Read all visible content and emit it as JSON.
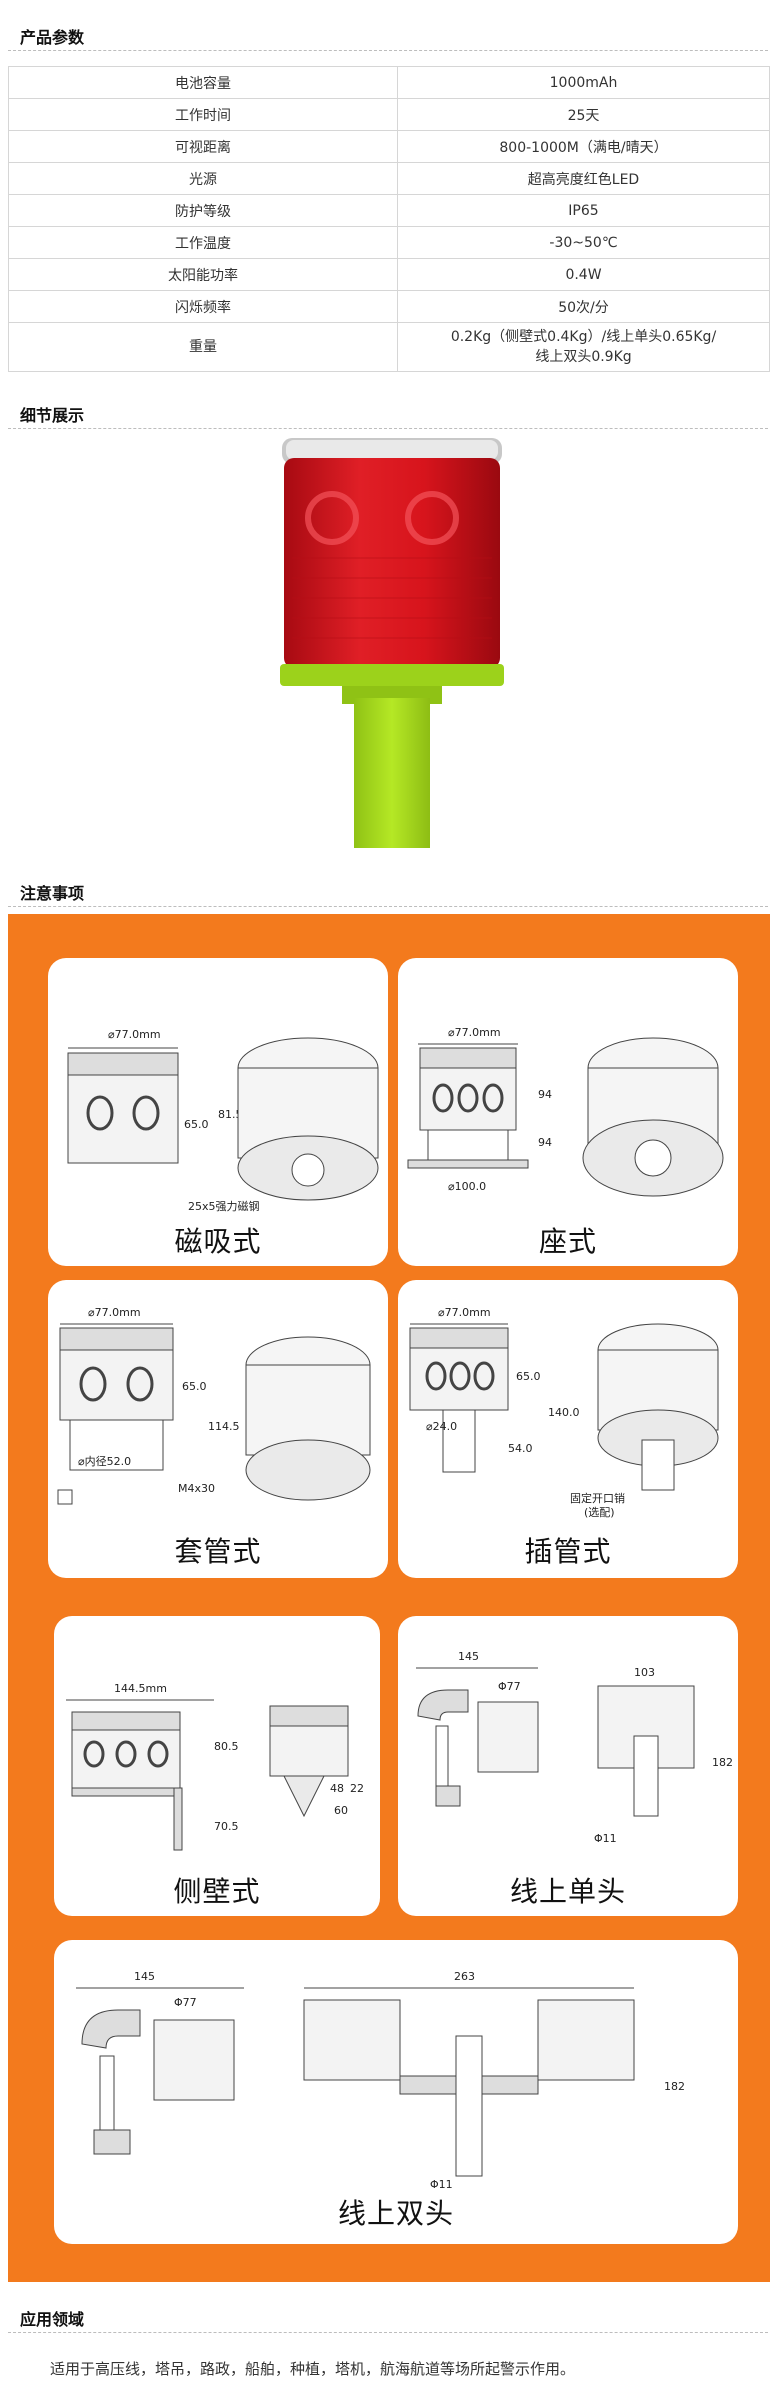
{
  "sections": {
    "params_title": "产品参数",
    "detail_title": "细节展示",
    "notes_title": "注意事项",
    "application_title": "应用领域"
  },
  "specs": [
    {
      "key": "电池容量",
      "value": "1000mAh"
    },
    {
      "key": "工作时间",
      "value": "25天"
    },
    {
      "key": "可视距离",
      "value": "800-1000M（满电/晴天）"
    },
    {
      "key": "光源",
      "value": "超高亮度红色LED"
    },
    {
      "key": "防护等级",
      "value": "IP65"
    },
    {
      "key": "工作温度",
      "value": "-30~50℃"
    },
    {
      "key": "太阳能功率",
      "value": "0.4W"
    },
    {
      "key": "闪烁频率",
      "value": "50次/分"
    },
    {
      "key": "重量",
      "value_line1": "0.2Kg（侧壁式0.4Kg）/线上单头0.65Kg/",
      "value_line2": "线上双头0.9Kg"
    }
  ],
  "mounts": {
    "magnetic": {
      "label": "磁吸式",
      "d": "⌀77.0mm",
      "h1": "65.0",
      "h2": "81.5",
      "note": "25x5强力磁钢"
    },
    "base": {
      "label": "座式",
      "d": "⌀77.0mm",
      "h1": "94",
      "h2": "94",
      "b": "⌀100.0"
    },
    "sleeve": {
      "label": "套管式",
      "d": "⌀77.0mm",
      "h1": "65.0",
      "h2": "114.5",
      "inner": "⌀内径52.0",
      "screw": "M4x30"
    },
    "insert": {
      "label": "插管式",
      "d": "⌀77.0mm",
      "h1": "65.0",
      "h2": "140.0",
      "h3": "54.0",
      "pin": "⌀24.0",
      "note1": "固定开口销",
      "note2": "(选配)"
    },
    "side": {
      "label": "侧壁式",
      "w": "144.5mm",
      "h1": "80.5",
      "h2": "70.5",
      "a": "22",
      "b": "60",
      "c": "48"
    },
    "single": {
      "label": "线上单头",
      "w": "145",
      "d": "Φ77",
      "w2": "103",
      "h": "182",
      "p": "Φ11"
    },
    "double": {
      "label": "线上双头",
      "w": "145",
      "d": "Φ77",
      "w2": "263",
      "h": "182",
      "p": "Φ11"
    }
  },
  "application_text": "适用于高压线，塔吊，路政，船舶，种植，塔机，航海航道等场所起警示作用。",
  "colors": {
    "orange": "#f37a1d",
    "lamp_red": "#d7141c",
    "stem_green": "#a8dd1d"
  }
}
